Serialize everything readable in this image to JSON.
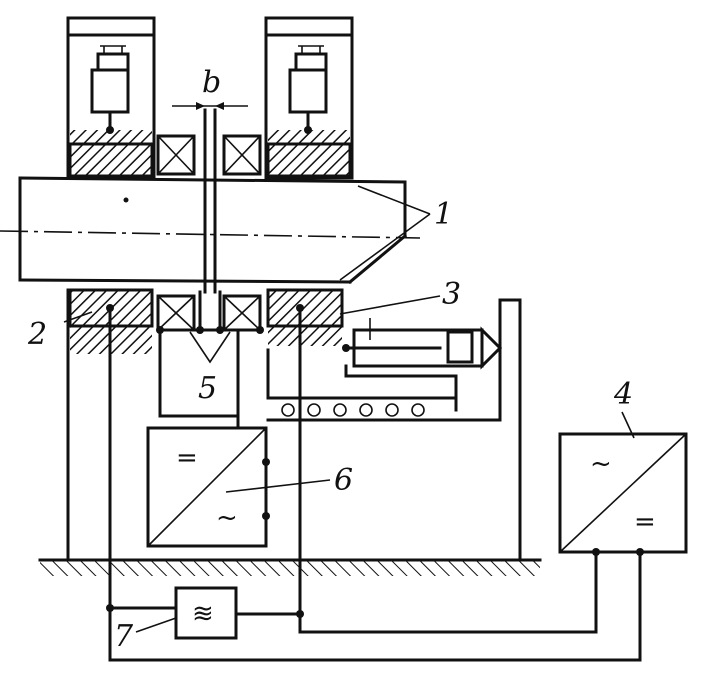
{
  "labels": {
    "gap": "b",
    "shaft": "1",
    "stator_core": "2",
    "rotor_winding": "3",
    "converter_right": "4",
    "slip_contacts": "5",
    "converter_left": "6",
    "filter": "7"
  },
  "symbols": {
    "dc": "=",
    "ac": "~",
    "filter": "≋"
  }
}
